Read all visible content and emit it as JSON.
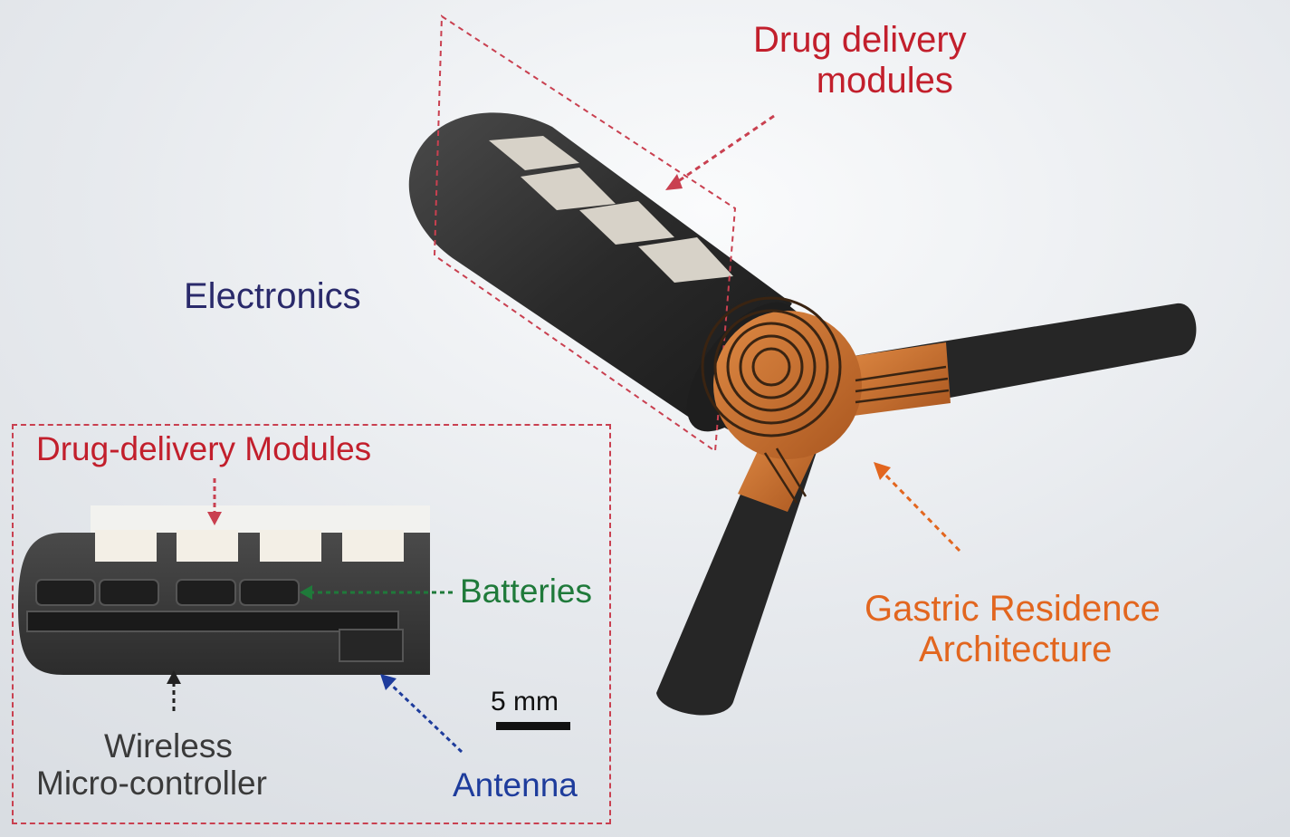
{
  "labels": {
    "drug_delivery_modules_line1": "Drug delivery",
    "drug_delivery_modules_line2": "modules",
    "electronics": "Electronics",
    "gastric_line1": "Gastric Residence",
    "gastric_line2": "Architecture",
    "inset_title": "Drug-delivery Modules",
    "batteries": "Batteries",
    "wireless_line1": "Wireless",
    "wireless_line2": "Micro-controller",
    "antenna": "Antenna",
    "scale_bar": "5 mm"
  },
  "colors": {
    "red_label": "#c21f2c",
    "navy_label": "#2a2a6b",
    "green_label": "#1f7a3a",
    "blue_label": "#1e3c9c",
    "orange_label": "#e2661f",
    "device_body": "#2b2b2b",
    "copper": "#c8702e",
    "module_pad": "#d7d2c8"
  }
}
